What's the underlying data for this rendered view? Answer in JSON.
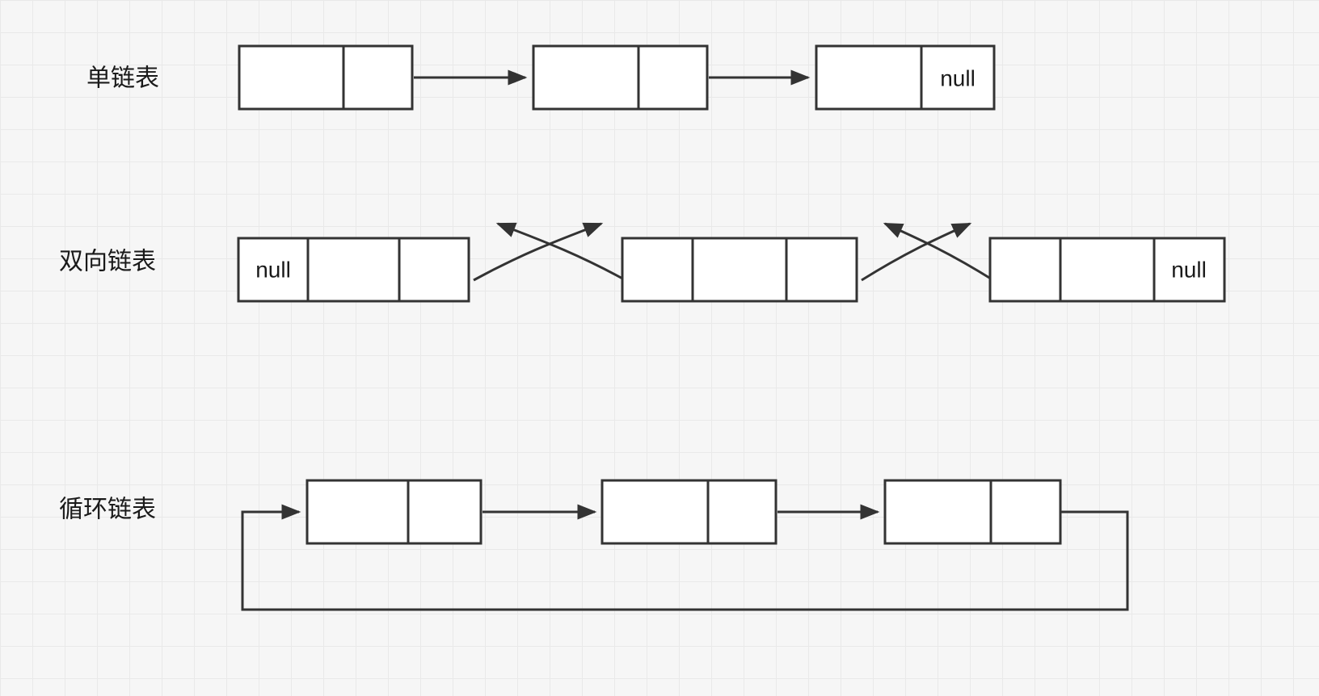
{
  "colors": {
    "stroke": "#333333",
    "node_fill": "#ffffff",
    "background": "#f6f6f6",
    "grid_line": "#e9e9e9"
  },
  "rows": {
    "singly": {
      "label": "单链表",
      "tail_null": "null"
    },
    "doubly": {
      "label": "双向链表",
      "head_null": "null",
      "tail_null": "null"
    },
    "circular": {
      "label": "循环链表"
    }
  }
}
